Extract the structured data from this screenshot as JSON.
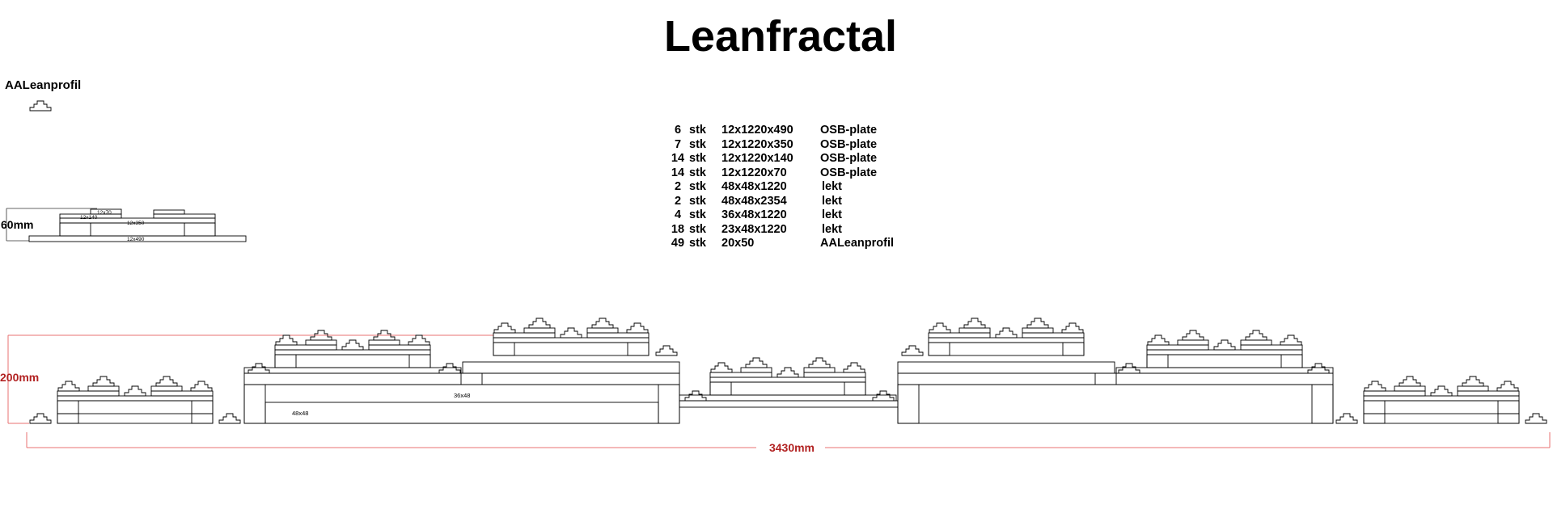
{
  "title": "Leanfractal",
  "profile_label": "AALeanprofil",
  "bill_of_materials": [
    {
      "qty": "6",
      "unit": "stk",
      "dimensions": "12x1220x490",
      "material": "OSB-plate"
    },
    {
      "qty": "7",
      "unit": "stk",
      "dimensions": "12x1220x350",
      "material": "OSB-plate"
    },
    {
      "qty": "14",
      "unit": "stk",
      "dimensions": "12x1220x140",
      "material": "OSB-plate"
    },
    {
      "qty": "14",
      "unit": "stk",
      "dimensions": "12x1220x70",
      "material": "OSB-plate"
    },
    {
      "qty": "2",
      "unit": "stk",
      "dimensions": "48x48x1220",
      "material": "lekt"
    },
    {
      "qty": "2",
      "unit": "stk",
      "dimensions": "48x48x2354",
      "material": "lekt"
    },
    {
      "qty": "4",
      "unit": "stk",
      "dimensions": "36x48x1220",
      "material": "lekt"
    },
    {
      "qty": "18",
      "unit": "stk",
      "dimensions": "23x48x1220",
      "material": "lekt"
    },
    {
      "qty": "49",
      "unit": "stk",
      "dimensions": "20x50",
      "material": "AALeanprofil"
    }
  ],
  "detail": {
    "height_label": "60mm",
    "board_labels": [
      "12x70",
      "12x140",
      "12x350",
      "12x490"
    ]
  },
  "main": {
    "height_label": "200mm",
    "width_label": "3430mm",
    "lath_labels": [
      "36x48",
      "48x48"
    ]
  },
  "colors": {
    "dimension_line": "#e87070",
    "dimension_text": "#b22222",
    "outline": "#000000"
  }
}
